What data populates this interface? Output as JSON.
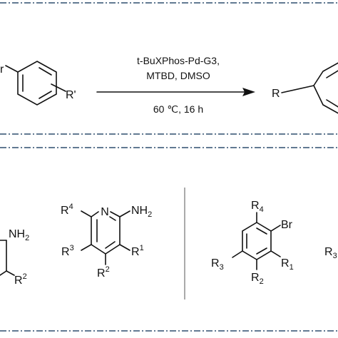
{
  "reaction": {
    "condition_line1": "t-BuXPhos-Pd-G3,",
    "condition_line2": "MTBD, DMSO",
    "condition_line3": "60 ℃, 16 h",
    "reactant_substituent": "R'",
    "reactant_partial_label": "r",
    "product_substituent": "R"
  },
  "amine_partial": {
    "nh2": "NH",
    "nh2_sub": "2",
    "r2": "R",
    "r2_sup": "2"
  },
  "pyridine": {
    "n_atom": "N",
    "nh2": "NH",
    "nh2_sub": "2",
    "r4": "R",
    "r4_sup": "4",
    "r3": "R",
    "r3_sup": "3",
    "r2": "R",
    "r2_sup": "2",
    "r1": "R",
    "r1_sup": "1"
  },
  "aryl_bromide": {
    "br": "Br",
    "r4": "R",
    "r4_sub": "4",
    "r3": "R",
    "r3_sub": "3",
    "r1": "R",
    "r1_sub": "1",
    "r2": "R",
    "r2_sub": "2",
    "edge_r": "R",
    "edge_r_sub": "3"
  },
  "colors": {
    "separator": "#2f4f6f",
    "ink": "#111111"
  }
}
